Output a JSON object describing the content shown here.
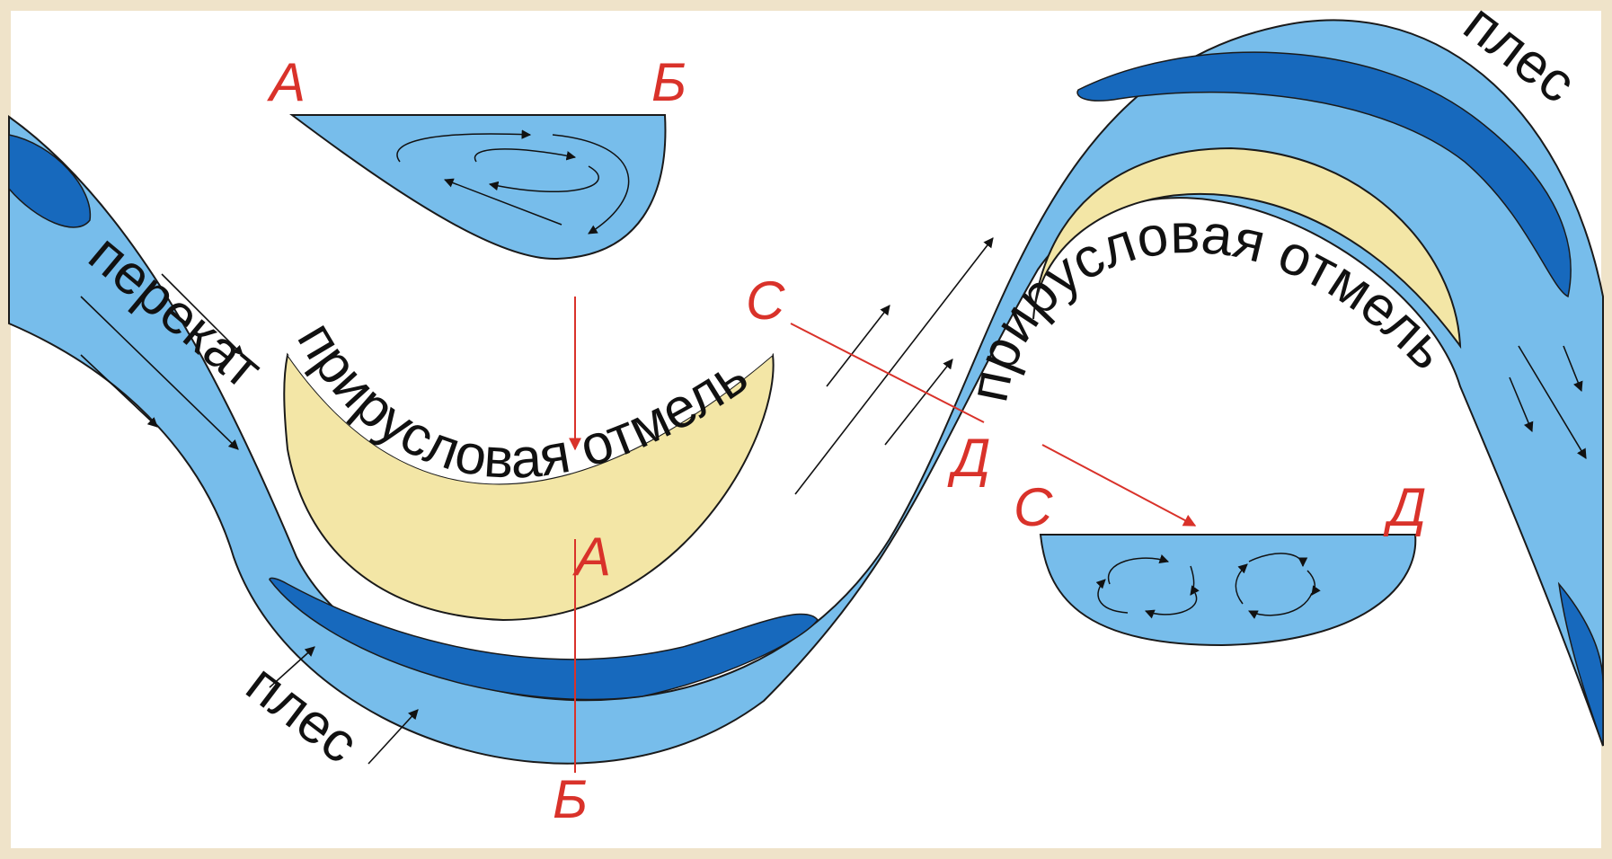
{
  "colors": {
    "frame": "#efe3c9",
    "background": "#ffffff",
    "water": "#77bdeb",
    "deep_pool": "#1769bd",
    "sandbar": "#f3e6a6",
    "outline": "#1a1a1a",
    "flow_arrow": "#111111",
    "section_line": "#d9322a",
    "section_label": "#d9322a"
  },
  "labels": {
    "riffle": "перекат",
    "point_bar_left": "прирусловая отмель",
    "point_bar_right": "прирусловая отмель",
    "pool_bottom": "плес",
    "pool_top_right": "плес"
  },
  "sections": {
    "ab": {
      "start": "А",
      "end": "Б",
      "inset_start": "А",
      "inset_end": "Б"
    },
    "cd": {
      "start": "С",
      "end": "Д",
      "inset_start": "С",
      "inset_end": "Д"
    }
  },
  "icons": {
    "flow": "flow-arrow-icon",
    "circulation": "circulation-arrow-icon"
  }
}
